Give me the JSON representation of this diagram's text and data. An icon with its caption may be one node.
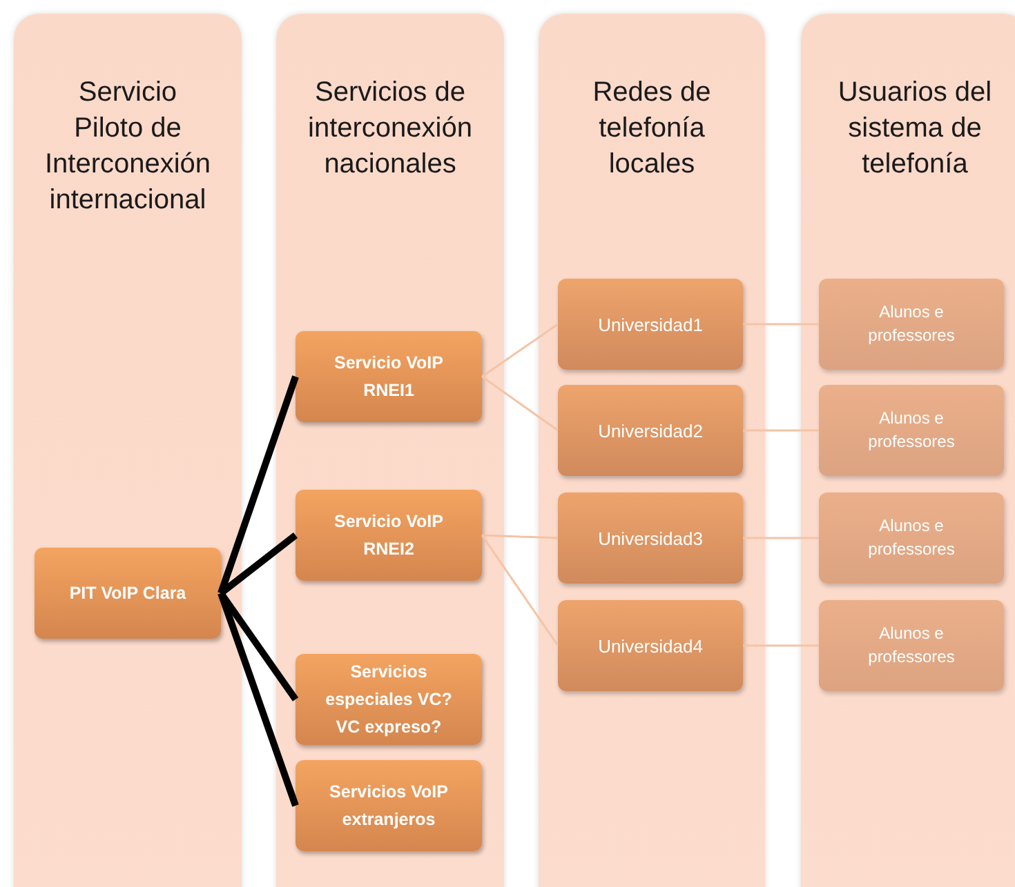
{
  "diagram": {
    "nodes": [
      {
        "text": [
          "Servicio Piloto de Interconexión internacional"
        ]
      },
      {
        "text": [
          "Servicios de interconexión nacionales"
        ]
      },
      {
        "text": [
          "Redes de telefonía locales"
        ]
      },
      {
        "text": [
          "Usuarios del sistema de telefonía"
        ]
      },
      {
        "text": [
          "PIT VoIP Clara"
        ],
        "in": 0
      },
      {
        "text": [
          "Servicio VoIP RNEI1"
        ],
        "in": 1
      },
      {
        "text": [
          "Servicio VoIP RNEI2"
        ],
        "in": 1
      },
      {
        "text": [
          "Servicios especiales VC? VC expreso?"
        ],
        "in": 1
      },
      {
        "text": [
          "Servicios VoIP extranjeros"
        ],
        "in": 1
      },
      {
        "text": [
          "Universidad1"
        ],
        "in": 2
      },
      {
        "text": [
          "Universidad2"
        ],
        "in": 2
      },
      {
        "text": [
          "Universidad3"
        ],
        "in": 2
      },
      {
        "text": [
          "Universidad4"
        ],
        "in": 2
      },
      {
        "text": [
          "Alunos e professores"
        ],
        "in": 3
      },
      {
        "text": [
          "Alunos e professores"
        ],
        "in": 3
      },
      {
        "text": [
          "Alunos e professores"
        ],
        "in": 3
      },
      {
        "text": [
          "Alunos e professores"
        ],
        "in": 3
      }
    ],
    "edges": [
      {
        "from": 4,
        "to": 5,
        "arrow": "none",
        "style": "thick",
        "color": "#000000"
      },
      {
        "from": 4,
        "to": 6,
        "arrow": "none",
        "style": "thick",
        "color": "#000000"
      },
      {
        "from": 4,
        "to": 7,
        "arrow": "none",
        "style": "thick",
        "color": "#000000"
      },
      {
        "from": 4,
        "to": 8,
        "arrow": "none",
        "style": "thick",
        "color": "#000000"
      },
      {
        "from": 5,
        "to": 9,
        "arrow": "none"
      },
      {
        "from": 5,
        "to": 10,
        "arrow": "none"
      },
      {
        "from": 6,
        "to": 11,
        "arrow": "none"
      },
      {
        "from": 6,
        "to": 12,
        "arrow": "none"
      },
      {
        "from": 9,
        "to": 13,
        "arrow": "none"
      },
      {
        "from": 10,
        "to": 14,
        "arrow": "none"
      },
      {
        "from": 11,
        "to": 15,
        "arrow": "none"
      },
      {
        "from": 12,
        "to": 16,
        "arrow": "none"
      }
    ]
  }
}
